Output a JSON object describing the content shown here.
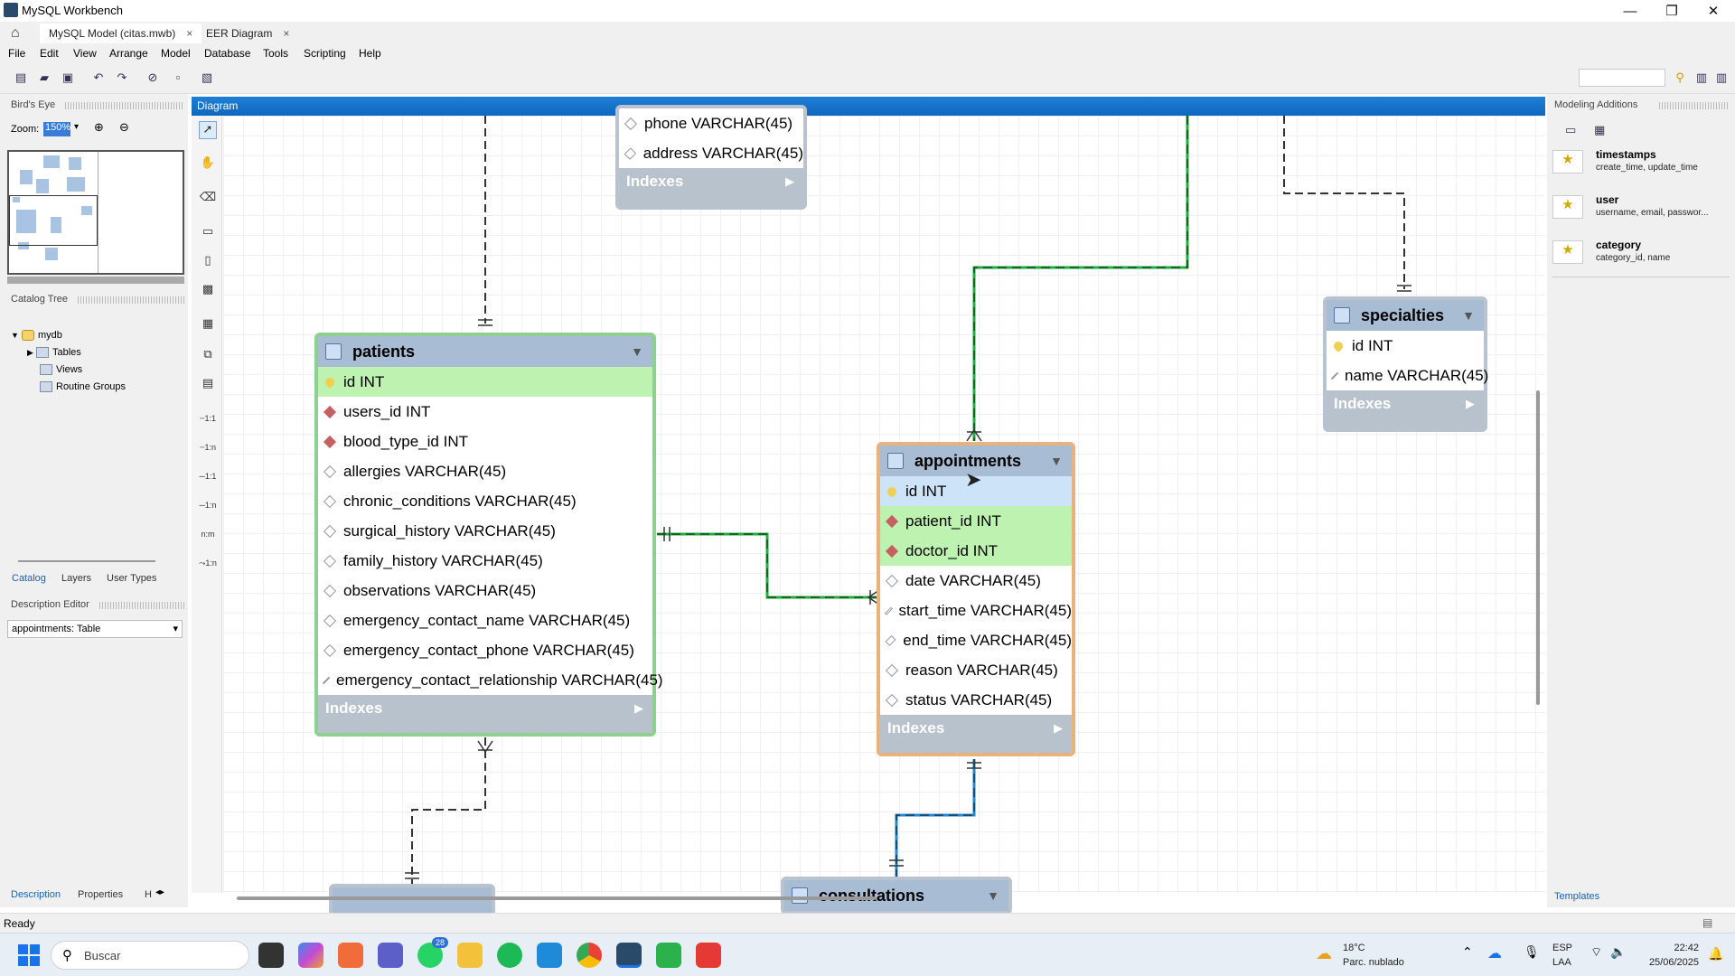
{
  "window": {
    "title": "MySQL Workbench",
    "minimize": "—",
    "restore": "❐",
    "close": "✕"
  },
  "tabs": [
    {
      "label": "MySQL Model (citas.mwb)",
      "close": "×"
    },
    {
      "label": "EER Diagram",
      "close": "×"
    }
  ],
  "menu": [
    "File",
    "Edit",
    "View",
    "Arrange",
    "Model",
    "Database",
    "Tools",
    "Scripting",
    "Help"
  ],
  "left": {
    "birds_eye": "Bird's Eye",
    "zoom_label": "Zoom:",
    "zoom_value": "150%",
    "catalog_tree": "Catalog Tree",
    "tree": {
      "root": "mydb",
      "items": [
        "Tables",
        "Views",
        "Routine Groups"
      ]
    },
    "panel_tabs": [
      "Catalog",
      "Layers",
      "User Types"
    ],
    "description_editor": "Description Editor",
    "selected_object": "appointments: Table",
    "bottom_tabs": [
      "Description",
      "Properties",
      "H"
    ]
  },
  "diagram": {
    "header": "Diagram"
  },
  "tables": {
    "top": {
      "name": "",
      "columns": [
        "phone VARCHAR(45)",
        "address VARCHAR(45)"
      ],
      "indexes": "Indexes"
    },
    "patients": {
      "name": "patients",
      "columns": [
        {
          "label": "id INT",
          "key": "pk"
        },
        {
          "label": "users_id INT",
          "key": "fk"
        },
        {
          "label": "blood_type_id INT",
          "key": "fk"
        },
        {
          "label": "allergies VARCHAR(45)",
          "key": "at"
        },
        {
          "label": "chronic_conditions VARCHAR(45)",
          "key": "at"
        },
        {
          "label": "surgical_history VARCHAR(45)",
          "key": "at"
        },
        {
          "label": "family_history VARCHAR(45)",
          "key": "at"
        },
        {
          "label": "observations VARCHAR(45)",
          "key": "at"
        },
        {
          "label": "emergency_contact_name VARCHAR(45)",
          "key": "at"
        },
        {
          "label": "emergency_contact_phone VARCHAR(45)",
          "key": "at"
        },
        {
          "label": "emergency_contact_relationship VARCHAR(45)",
          "key": "at"
        }
      ],
      "indexes": "Indexes"
    },
    "appointments": {
      "name": "appointments",
      "columns": [
        {
          "label": "id INT",
          "key": "pk"
        },
        {
          "label": "patient_id INT",
          "key": "fk"
        },
        {
          "label": "doctor_id INT",
          "key": "fk"
        },
        {
          "label": "date VARCHAR(45)",
          "key": "at"
        },
        {
          "label": "start_time VARCHAR(45)",
          "key": "at"
        },
        {
          "label": "end_time VARCHAR(45)",
          "key": "at"
        },
        {
          "label": "reason VARCHAR(45)",
          "key": "at"
        },
        {
          "label": "status VARCHAR(45)",
          "key": "at"
        }
      ],
      "indexes": "Indexes"
    },
    "specialties": {
      "name": "specialties",
      "columns": [
        {
          "label": "id INT",
          "key": "pk"
        },
        {
          "label": "name VARCHAR(45)",
          "key": "at"
        }
      ],
      "indexes": "Indexes"
    },
    "consultations": {
      "name": "consultations"
    }
  },
  "right": {
    "header": "Modeling Additions",
    "additions": [
      {
        "name": "timestamps",
        "desc": "create_time, update_time"
      },
      {
        "name": "user",
        "desc": "username, email, passwor..."
      },
      {
        "name": "category",
        "desc": "category_id, name"
      }
    ],
    "templates": "Templates"
  },
  "status": {
    "text": "Ready"
  },
  "taskbar": {
    "search": "Buscar",
    "badge_whatsapp": "28",
    "weather_temp": "18°C",
    "weather_desc": "Parc. nublado",
    "lang1": "ESP",
    "lang2": "LAA",
    "time": "22:42",
    "date": "25/06/2025"
  },
  "colors": {
    "relation_green": "#1fae3a",
    "relation_blue": "#1f88d0",
    "accent": "#1572cc"
  }
}
